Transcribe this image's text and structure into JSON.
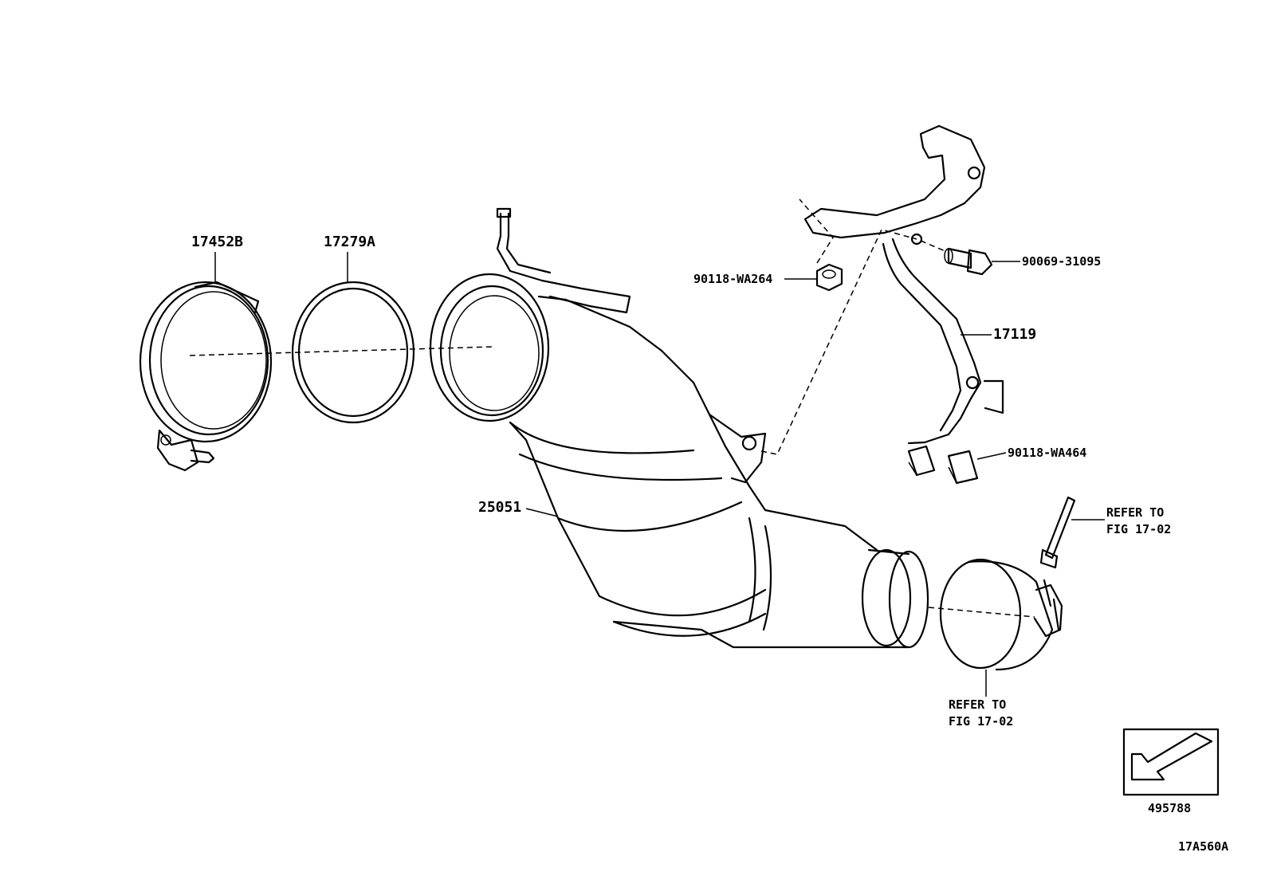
{
  "labels": {
    "clamp": "17452B",
    "gasket": "17279A",
    "converter": "25051",
    "nut_small": "90118-WA264",
    "bolt": "90069-31095",
    "bracket": "17119",
    "clip_nut": "90118-WA464",
    "refer_upper_1": "REFER TO",
    "refer_upper_2": "FIG 17-02",
    "refer_lower_1": "REFER TO",
    "refer_lower_2": "FIG 17-02",
    "direction_code": "495788",
    "figure_code": "17A560A"
  }
}
